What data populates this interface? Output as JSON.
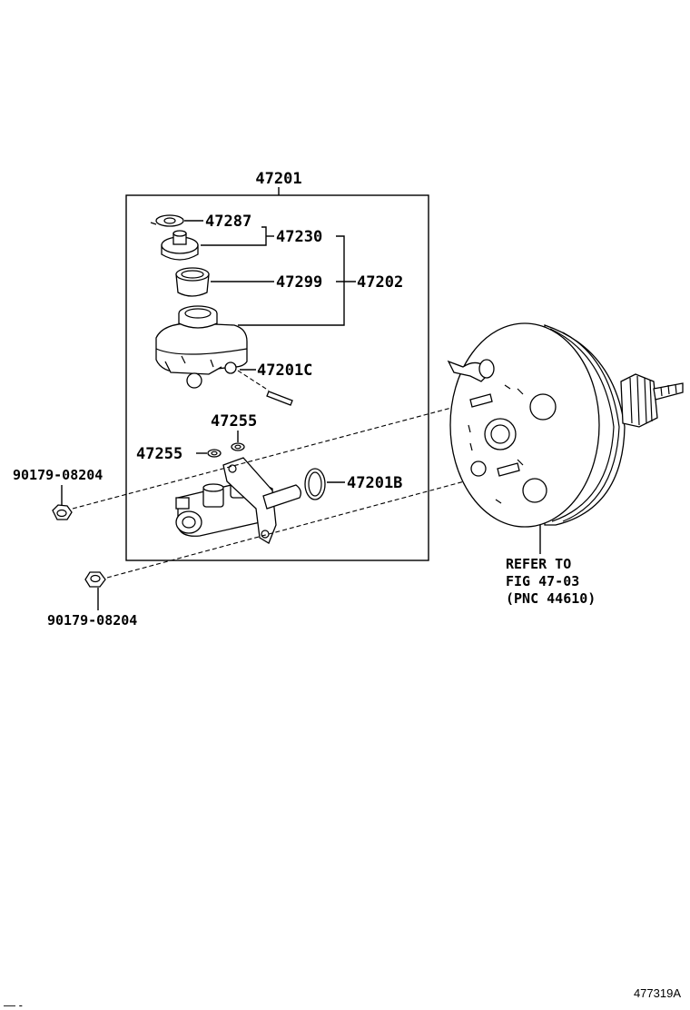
{
  "diagram": {
    "assembly_label": "47201",
    "callouts": [
      {
        "id": "reservoir-cap-seal",
        "text": "47287"
      },
      {
        "id": "reservoir-cap",
        "text": "47230"
      },
      {
        "id": "reservoir-grommet",
        "text": "47299"
      },
      {
        "id": "reservoir",
        "text": "47202"
      },
      {
        "id": "pin",
        "text": "47201C"
      },
      {
        "id": "grommet-upper",
        "text": "47255"
      },
      {
        "id": "grommet-lower",
        "text": "47255"
      },
      {
        "id": "o-ring",
        "text": "47201B"
      },
      {
        "id": "nut-upper",
        "text": "90179-08204"
      },
      {
        "id": "nut-lower",
        "text": "90179-08204"
      }
    ],
    "booster_note": [
      "REFER TO",
      "FIG 47-03",
      "(PNC 44610)"
    ],
    "figure_id": "477319A",
    "corner_marks": "— -"
  }
}
